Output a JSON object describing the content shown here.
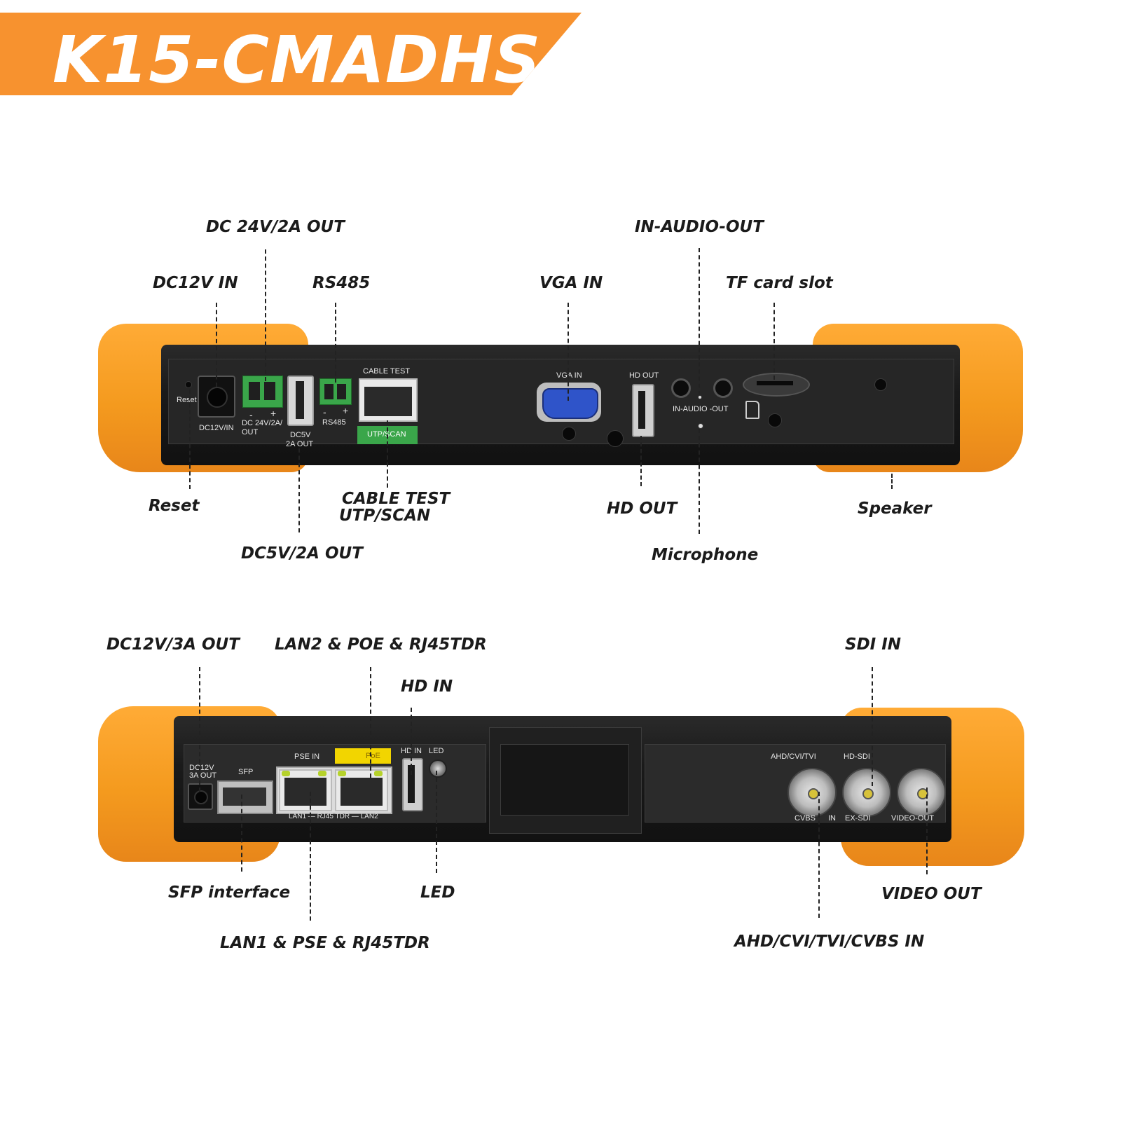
{
  "title": "K15-CMADHS",
  "colors": {
    "accent": "#f7922f",
    "bumper": "#f49a1e",
    "body": "#1a1a1a"
  },
  "top_callouts": {
    "dc24": "DC 24V/2A OUT",
    "dc12in": "DC12V IN",
    "rs485": "RS485",
    "vga_in": "VGA IN",
    "in_audio_out": "IN-AUDIO-OUT",
    "tf_slot": "TF card slot",
    "reset": "Reset",
    "cable_test_1": "CABLE TEST",
    "cable_test_2": "UTP/SCAN",
    "dc5v": "DC5V/2A OUT",
    "hd_out": "HD OUT",
    "microphone": "Microphone",
    "speaker": "Speaker"
  },
  "top_silk": {
    "reset": "Reset",
    "dc12vin": "DC12V/IN",
    "dc24_a": "DC 24V/2A/",
    "dc24_b": "OUT",
    "dc24_minus": "-",
    "dc24_plus": "+",
    "dc5v_a": "DC5V",
    "dc5v_b": "2A OUT",
    "rs485": "RS485",
    "rs485_minus": "-",
    "rs485_plus": "+",
    "cable_test": "CABLE TEST",
    "utp_scan": "UTP/SCAN",
    "vga_in": "VGA IN",
    "hd_out": "HD OUT",
    "in_audio_out": "IN-AUDIO -OUT"
  },
  "bottom_callouts": {
    "dc12out": "DC12V/3A OUT",
    "lan2": "LAN2 & POE & RJ45TDR",
    "hd_in": "HD IN",
    "sdi_in": "SDI IN",
    "sfp": "SFP interface",
    "led": "LED",
    "video_out": "VIDEO OUT",
    "lan1": "LAN1 & PSE & RJ45TDR",
    "ahd": "AHD/CVI/TVI/CVBS IN"
  },
  "bottom_silk": {
    "dc12_a": "DC12V",
    "dc12_b": "3A OUT",
    "sfp": "SFP",
    "pse_in": "PSE IN",
    "poe": "PoE",
    "hd_in": "HD IN",
    "led": "LED",
    "lan_strip": "LAN1 — RJ45 TDR — LAN2",
    "ahd": "AHD/CVI/TVI",
    "hd_sdi": "HD-SDI",
    "cvbs": "CVBS",
    "in": "IN",
    "ex_sdi": "EX-SDI",
    "video_out": "VIDEO-OUT"
  }
}
